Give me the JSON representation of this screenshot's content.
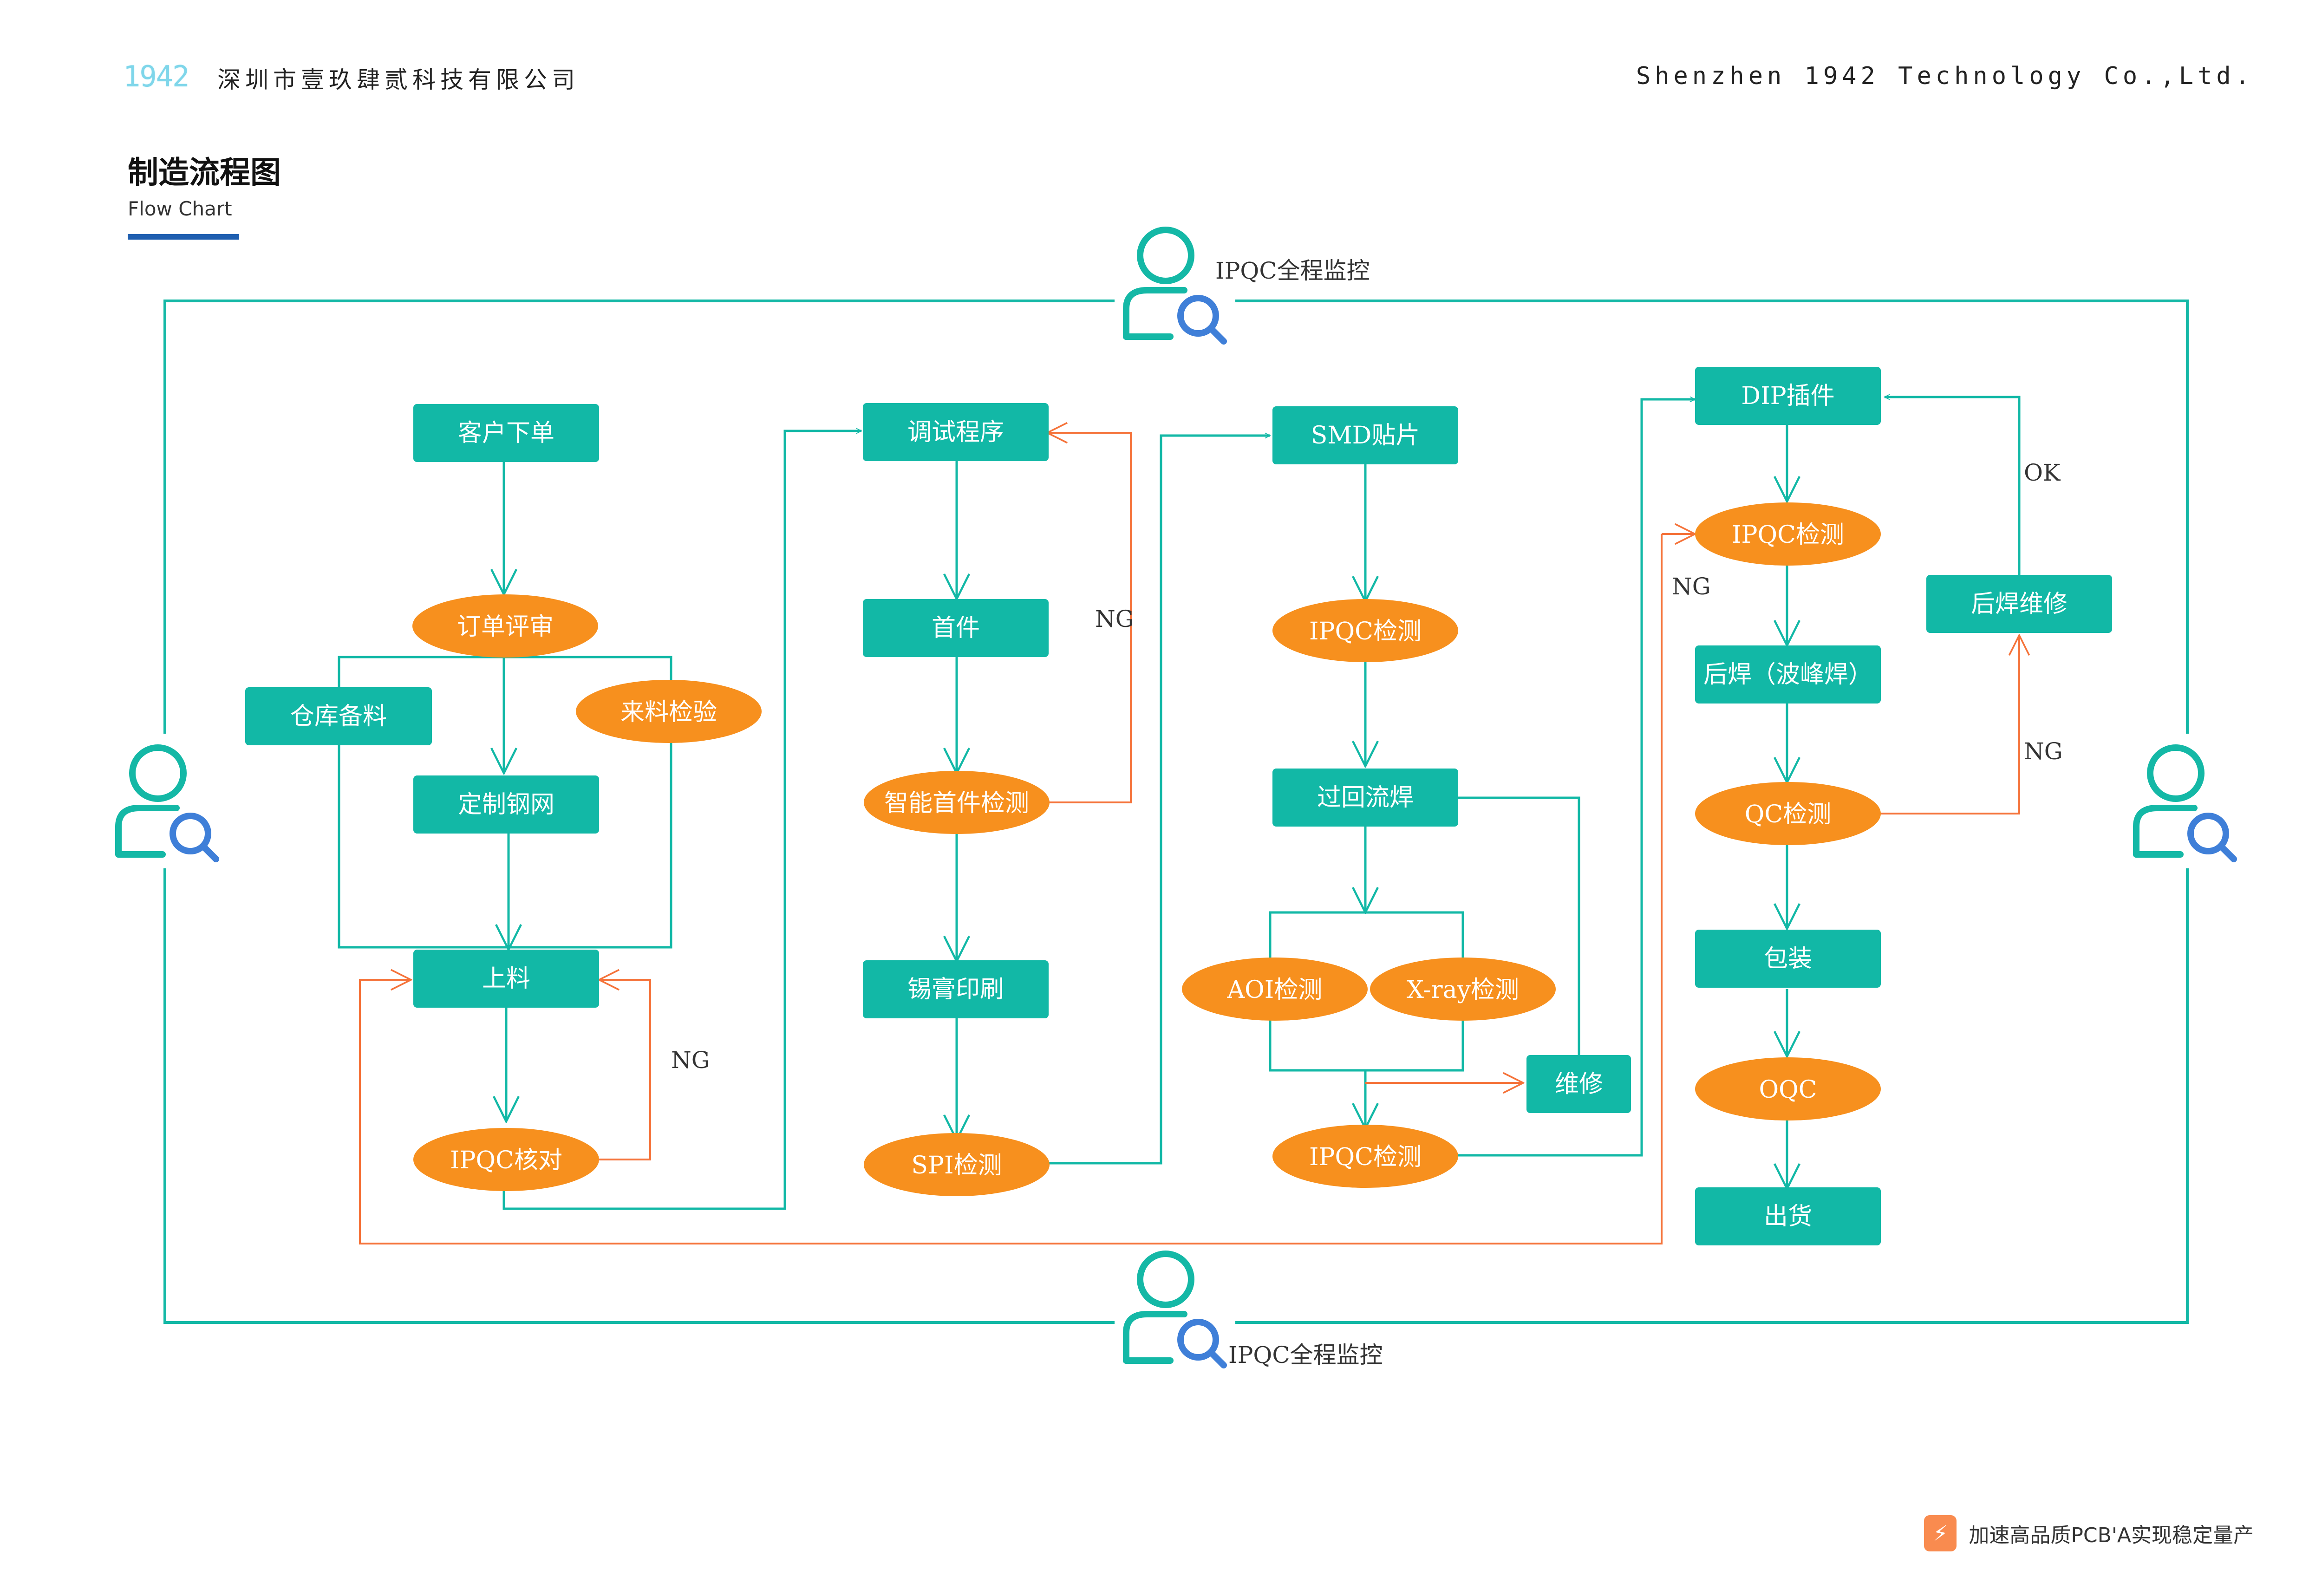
{
  "header": {
    "logo_text": "1942",
    "company_cn": "深圳市壹玖肆贰科技有限公司",
    "company_en": "Shenzhen 1942 Technology Co.,Ltd."
  },
  "title": {
    "main": "制造流程图",
    "sub": "Flow Chart"
  },
  "colors": {
    "teal": "#12b8a6",
    "orange": "#f7901e",
    "ng_line": "#f5733a",
    "frame": "#14b8a6",
    "icon_search": "#3f7fd8",
    "title_underline": "#1f5fb0"
  },
  "monitor": {
    "top_label": "IPQC全程监控",
    "bottom_label": "IPQC全程监控",
    "icon": "user-search-icon"
  },
  "nodes": {
    "order": "客户下单",
    "order_review": "订单评审",
    "warehouse": "仓库备料",
    "incoming": "来料检验",
    "stencil": "定制钢网",
    "loading": "上料",
    "ipqc_check": "IPQC核对",
    "debug": "调试程序",
    "first_piece": "首件",
    "first_inspect": "智能首件检测",
    "solder_print": "锡膏印刷",
    "spi": "SPI检测",
    "smd": "SMD贴片",
    "ipqc_smd": "IPQC检测",
    "reflow": "过回流焊",
    "aoi": "AOI检测",
    "xray": "X-ray检测",
    "repair": "维修",
    "ipqc_reflow": "IPQC检测",
    "dip": "DIP插件",
    "ipqc_dip": "IPQC检测",
    "wave": "后焊（波峰焊）",
    "qc": "QC检测",
    "post_repair": "后焊维修",
    "pack": "包装",
    "oqc": "OQC",
    "ship": "出货"
  },
  "edge_labels": {
    "ng_ipqc": "NG",
    "ng_first": "NG",
    "ng_dip": "NG",
    "ng_qc": "NG",
    "ok_repair": "OK"
  },
  "footer": {
    "badge_icon": "lightning-icon",
    "slogan": "加速高品质PCB'A实现稳定量产"
  }
}
